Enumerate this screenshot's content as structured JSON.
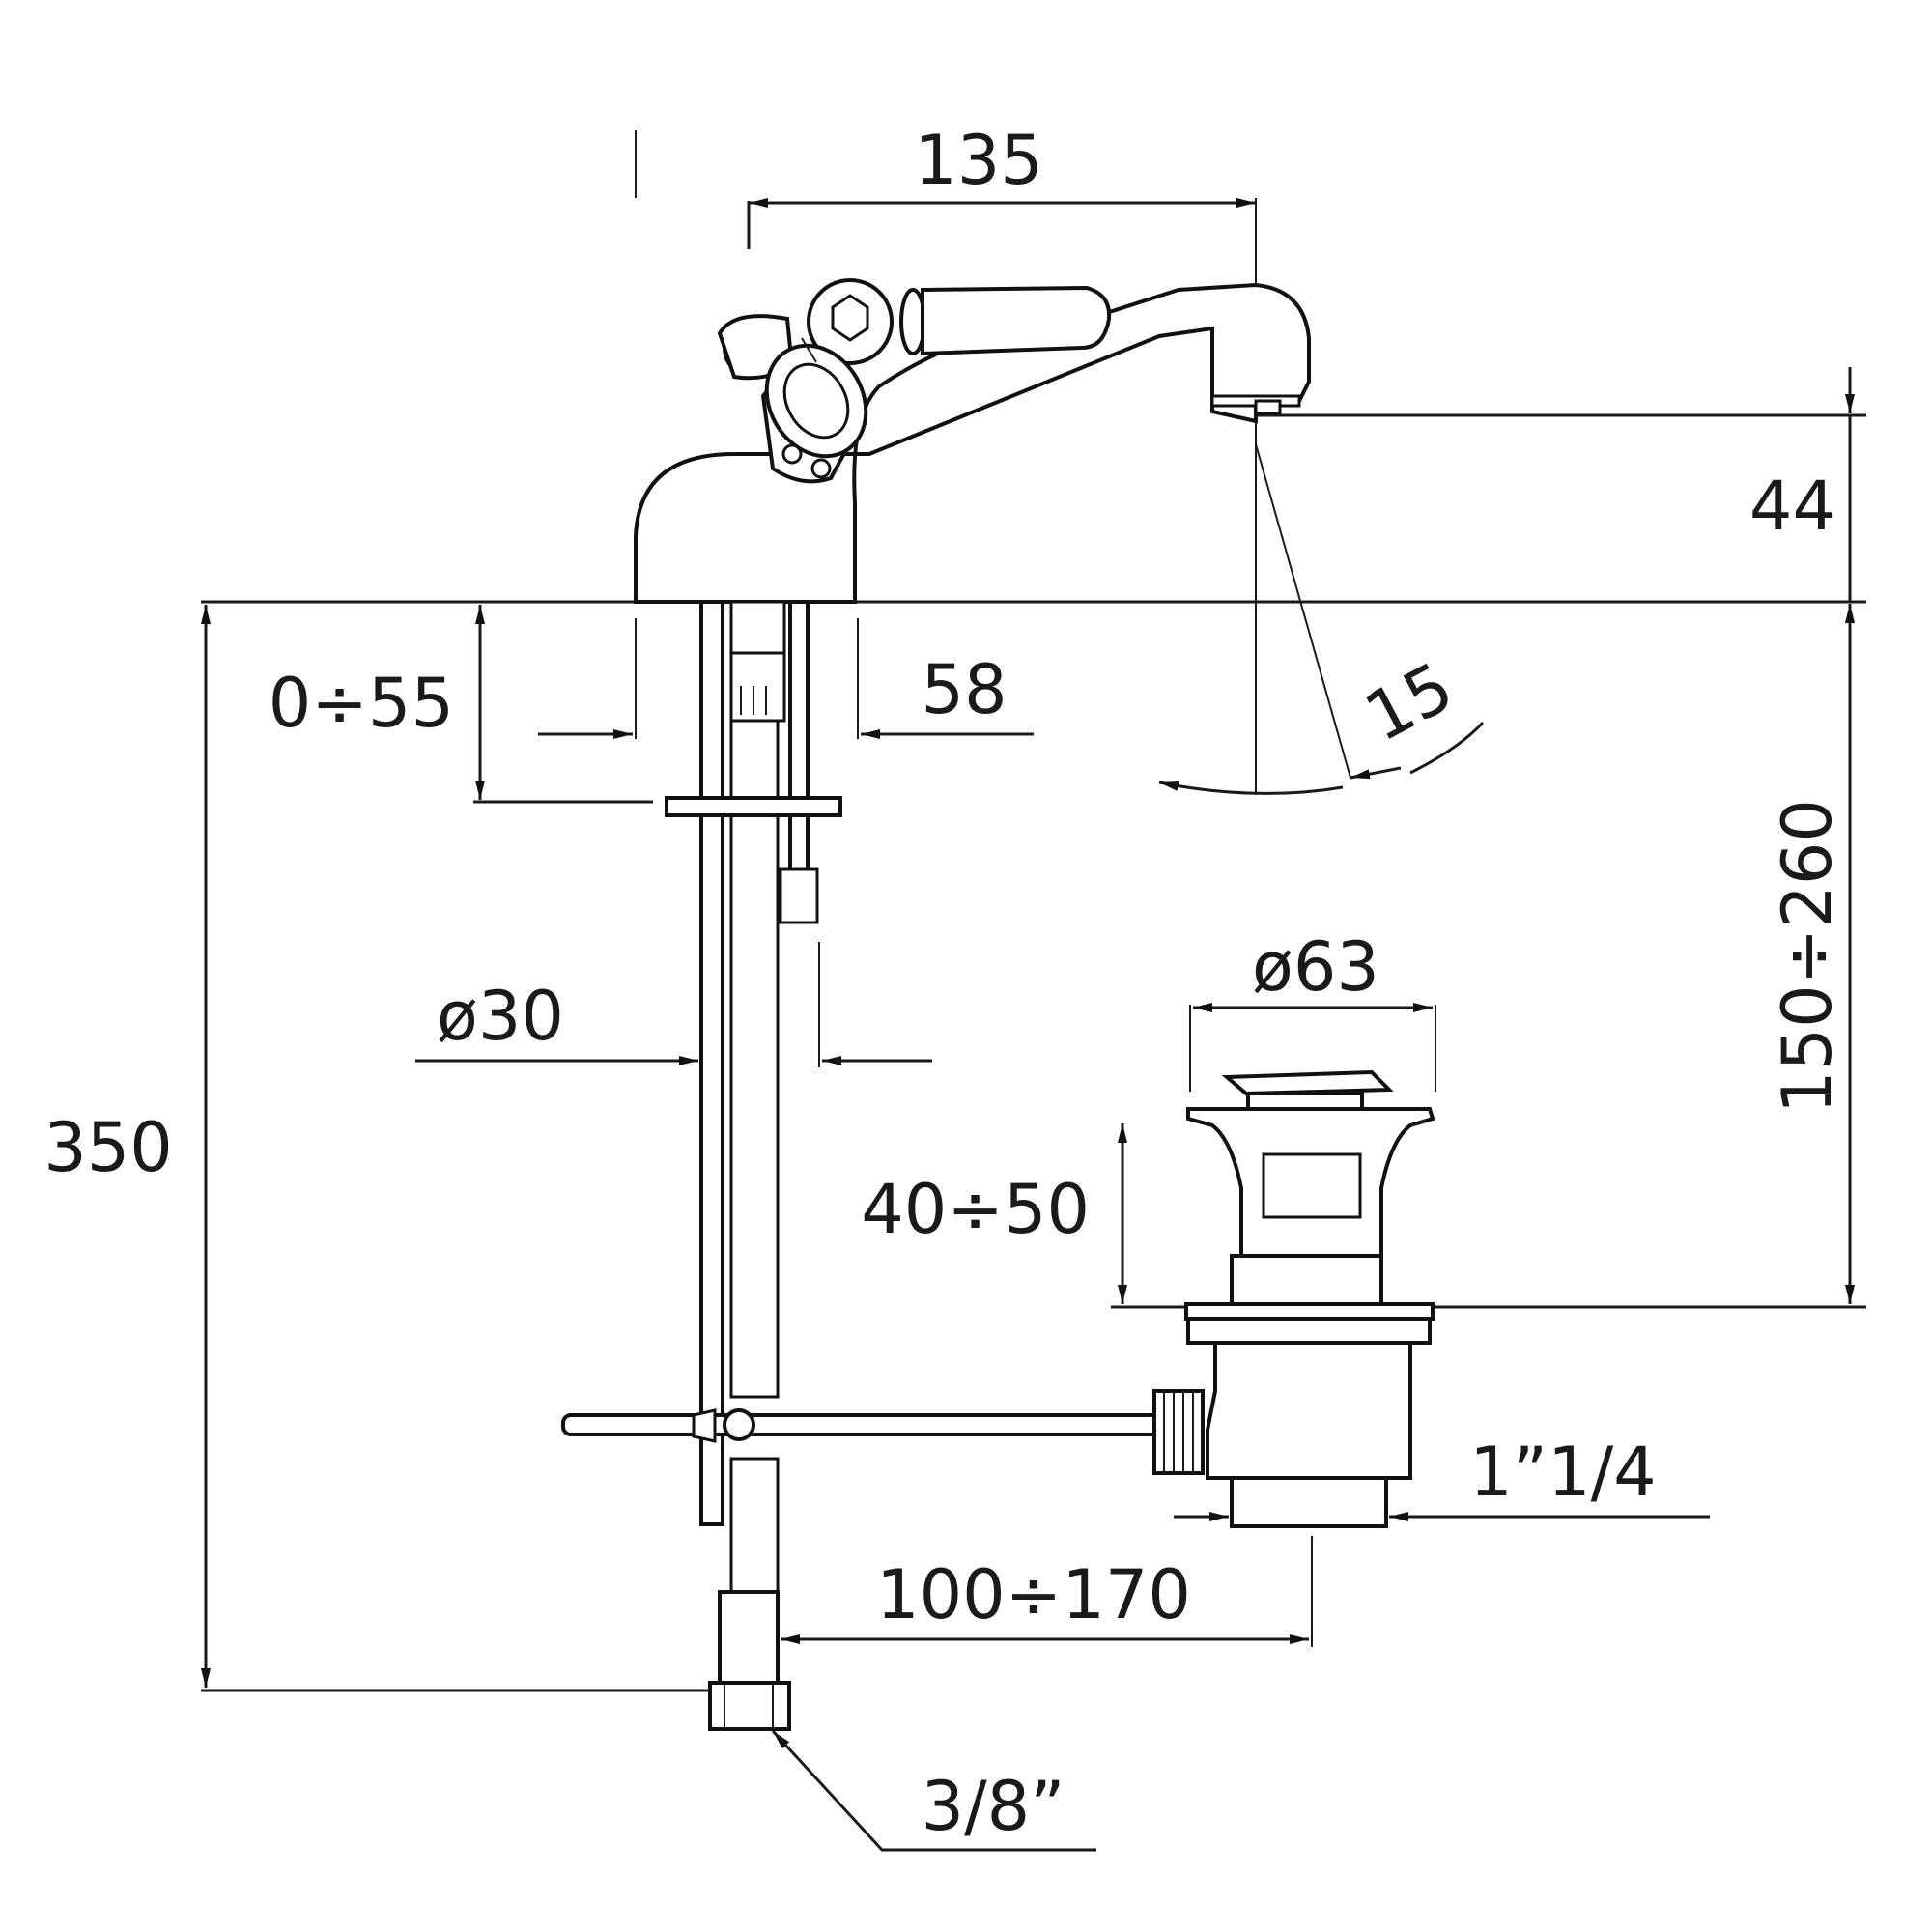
{
  "drawing": {
    "dimensions": {
      "spout_reach": "135",
      "spout_height": "44",
      "spout_angle": "15",
      "deck_thickness": "0÷55",
      "body_width": "58",
      "tail_diameter": "ø30",
      "overall_height": "350",
      "pipe_length": "150÷260",
      "waste_diameter": "ø63",
      "waste_adjust": "40÷50",
      "waste_thread": "1”1/4",
      "rod_distance": "100÷170",
      "supply_thread": "3/8”"
    }
  }
}
